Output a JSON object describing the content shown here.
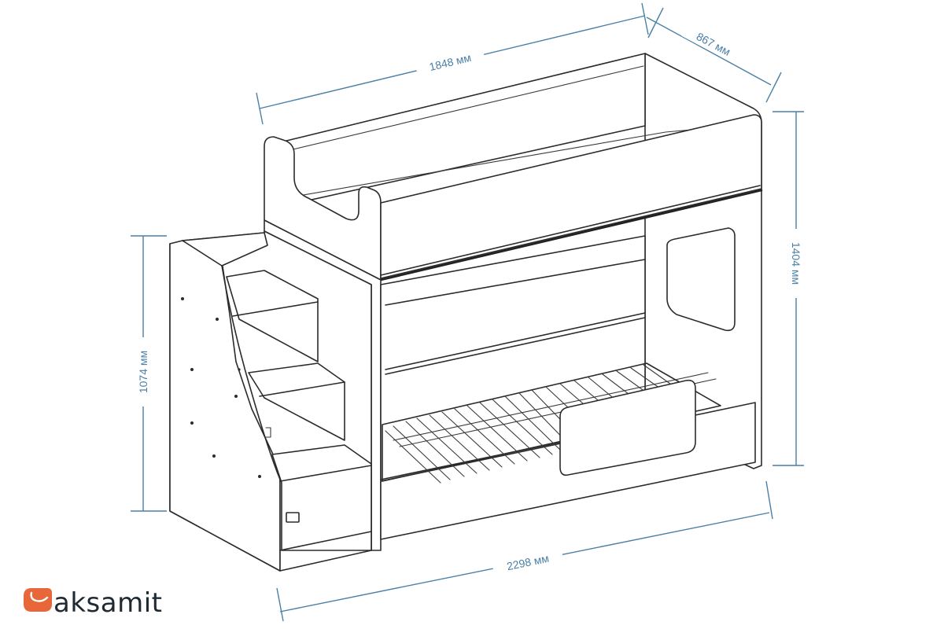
{
  "dimensions": {
    "top_length": "1848 мм",
    "depth": "867 мм",
    "height_total": "1404 мм",
    "height_stairs": "1074 мм",
    "bottom_length": "2298 мм"
  },
  "brand": {
    "name": "aksamit",
    "accent_color": "#e8673a",
    "text_color": "#1f2a33"
  },
  "colors": {
    "dimension_lines": "#4a7fa6",
    "drawing_lines": "#2b2b2b"
  }
}
